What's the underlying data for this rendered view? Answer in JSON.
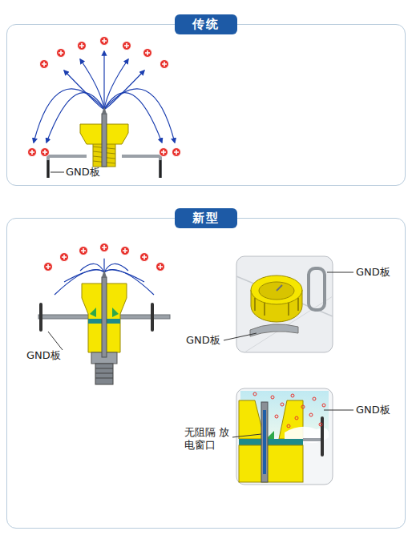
{
  "diagram": {
    "nodes": [
      {
        "text": [
          "传统"
        ]
      },
      {
        "text": [
          "新型"
        ]
      }
    ],
    "labels": [
      "GND板",
      "GND板",
      "GND板",
      "GND板",
      "GND板",
      "无阻隔 放电窗口"
    ]
  }
}
